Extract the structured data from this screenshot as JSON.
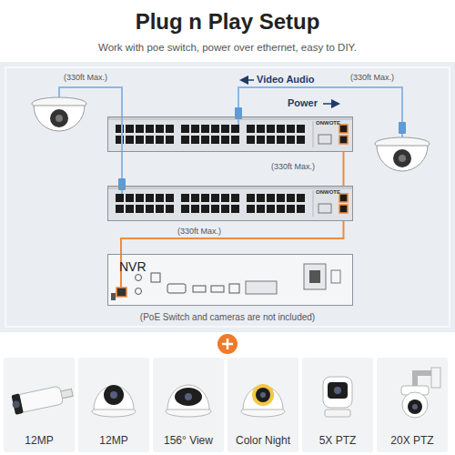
{
  "diagram": {
    "title": "Plug n Play Setup",
    "nodes": [
      {
        "text": [
          "ONWOTE"
        ]
      },
      {
        "text": [
          "ONWOTE"
        ]
      },
      {
        "text": [
          "NVR"
        ]
      },
      {
        "text": [
          "12MP"
        ]
      },
      {
        "text": [
          "12MP"
        ]
      },
      {
        "text": [
          "156° View"
        ]
      },
      {
        "text": [
          "Color Night"
        ]
      },
      {
        "text": [
          "5X PTZ"
        ]
      },
      {
        "text": [
          "20X PTZ"
        ]
      }
    ],
    "edges": [
      {
        "from": 0,
        "to": 1,
        "arrow": "none",
        "label": "(330ft Max.)"
      },
      {
        "from": 1,
        "to": 2,
        "arrow": "none",
        "label": "(330ft Max.)"
      }
    ],
    "labels": [
      "Work with poe switch, power over ethernet, easy to DIY.",
      "(330ft Max.)",
      "Video Audio",
      "(330ft Max.)",
      "Power",
      "(PoE Switch and cameras are not included)"
    ]
  }
}
